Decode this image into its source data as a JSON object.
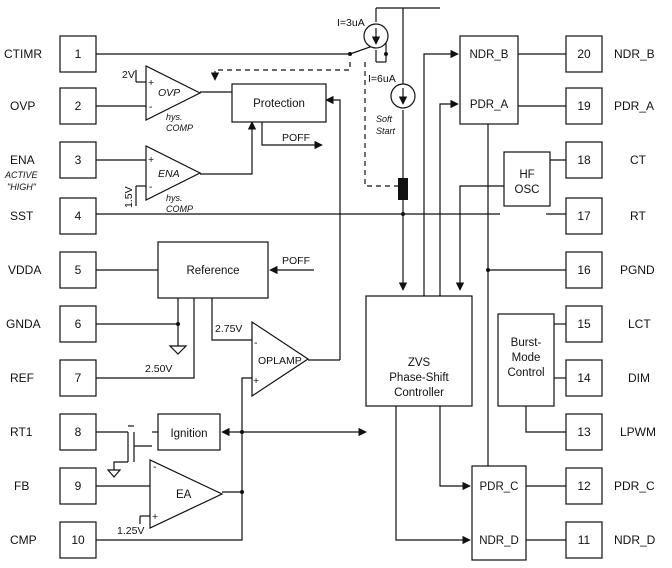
{
  "pins": [
    {
      "num": "1",
      "name": "CTIMR"
    },
    {
      "num": "2",
      "name": "OVP"
    },
    {
      "num": "3",
      "name": "ENA",
      "note1": "ACTIVE",
      "note2": "\"HIGH\""
    },
    {
      "num": "4",
      "name": "SST"
    },
    {
      "num": "5",
      "name": "VDDA"
    },
    {
      "num": "6",
      "name": "GNDA"
    },
    {
      "num": "7",
      "name": "REF"
    },
    {
      "num": "8",
      "name": "RT1"
    },
    {
      "num": "9",
      "name": "FB"
    },
    {
      "num": "10",
      "name": "CMP"
    },
    {
      "num": "20",
      "name": "NDR_B"
    },
    {
      "num": "19",
      "name": "PDR_A"
    },
    {
      "num": "18",
      "name": "CT"
    },
    {
      "num": "17",
      "name": "RT"
    },
    {
      "num": "16",
      "name": "PGND"
    },
    {
      "num": "15",
      "name": "LCT"
    },
    {
      "num": "14",
      "name": "DIM"
    },
    {
      "num": "13",
      "name": "LPWM"
    },
    {
      "num": "12",
      "name": "PDR_C"
    },
    {
      "num": "11",
      "name": "NDR_D"
    }
  ],
  "blocks": {
    "ovp": "OVP",
    "ovp_hys1": "hys.",
    "ovp_hys2": "COMP",
    "ovp_ref": "2V",
    "ena": "ENA",
    "ena_hys1": "hys.",
    "ena_hys2": "COMP",
    "ena_ref": "1.5V",
    "protection": "Protection",
    "poff_out": "POFF",
    "poff_in": "POFF",
    "reference": "Reference",
    "ref_275": "2.75V",
    "ref_250": "2.50V",
    "oplamp": "OPLAMP",
    "ignition": "Ignition",
    "ea": "EA",
    "ea_ref": "1.25V",
    "zvs1": "ZVS",
    "zvs2": "Phase-Shift",
    "zvs3": "Controller",
    "hf1": "HF",
    "hf2": "OSC",
    "burst1": "Burst-",
    "burst2": "Mode",
    "burst3": "Control",
    "ndr_b": "NDR_B",
    "pdr_a": "PDR_A",
    "pdr_c": "PDR_C",
    "ndr_d": "NDR_D",
    "i3": "I=3uA",
    "i6": "I=6uA",
    "soft1": "Soft",
    "soft2": "Start"
  },
  "signs": {
    "plus": "+",
    "minus": "-"
  }
}
